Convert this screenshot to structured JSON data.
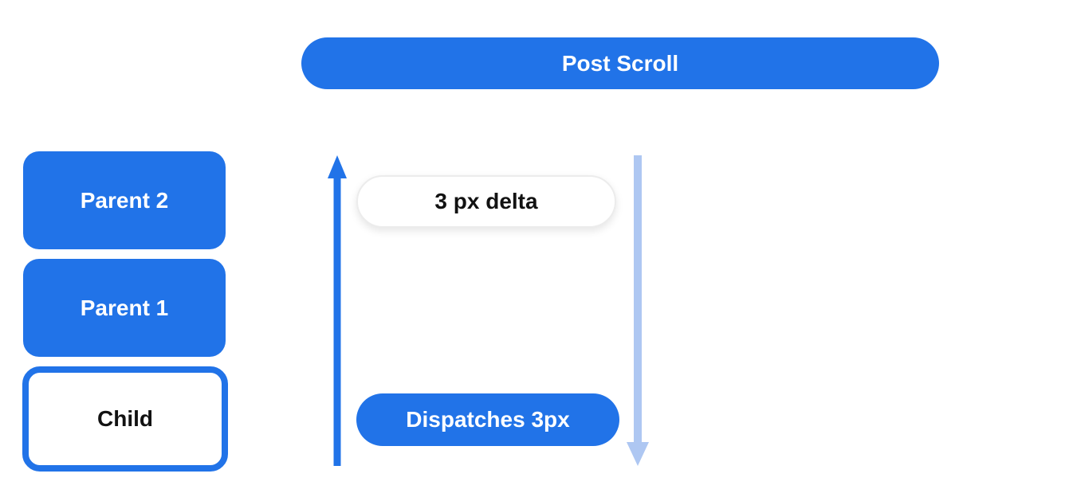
{
  "colors": {
    "primary_blue": "#2173E8",
    "light_blue": "#AEC7F2",
    "text_dark": "#121212"
  },
  "banner": {
    "label": "Post Scroll"
  },
  "hierarchy": {
    "items": [
      {
        "label": "Parent 2",
        "variant": "filled"
      },
      {
        "label": "Parent 1",
        "variant": "filled"
      },
      {
        "label": "Child",
        "variant": "outlined"
      }
    ]
  },
  "flow": {
    "delta_label": "3 px delta",
    "dispatch_label": "Dispatches 3px",
    "up_arrow": "scroll-up-arrow",
    "down_arrow": "scroll-down-arrow"
  }
}
